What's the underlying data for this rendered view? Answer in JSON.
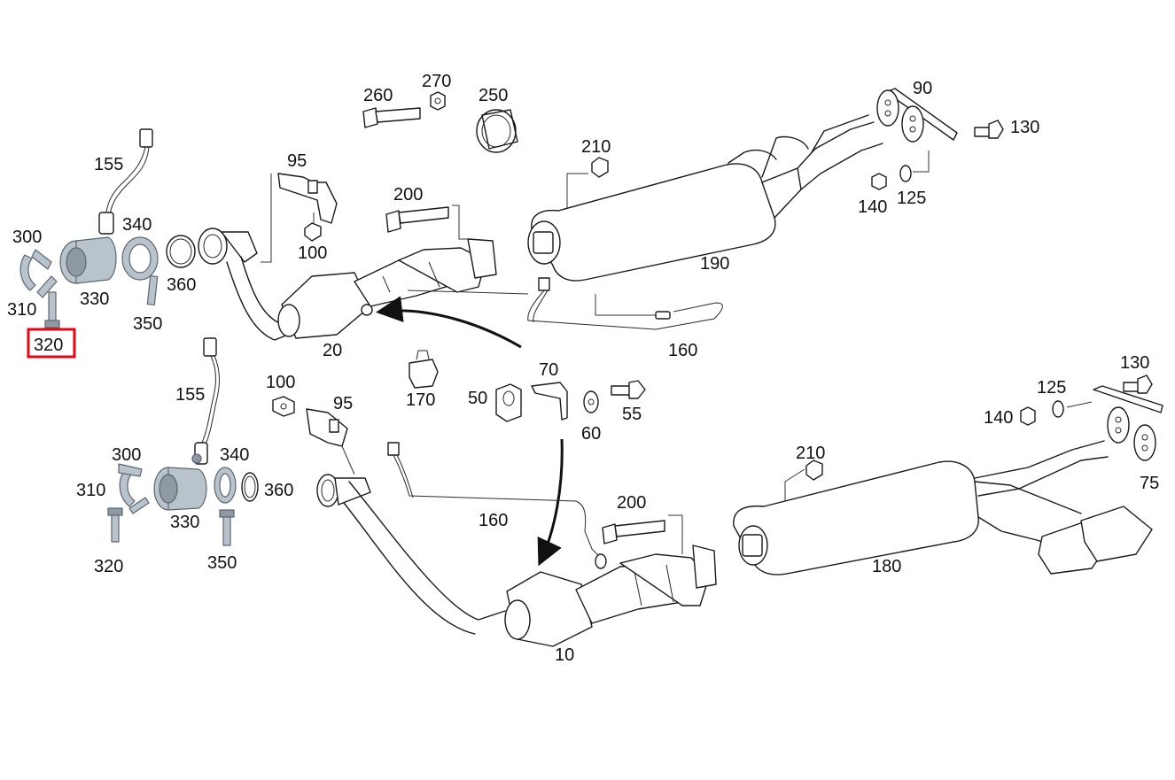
{
  "colors": {
    "highlight": "#e30613",
    "lines": "#1a1a1a",
    "parts_grey": "#b9c3cc"
  },
  "labels": {
    "p10": "10",
    "p20": "20",
    "p50": "50",
    "p55": "55",
    "p60": "60",
    "p70": "70",
    "p75": "75",
    "p90": "90",
    "p95_top": "95",
    "p95_bot": "95",
    "p100_top": "100",
    "p100_bot": "100",
    "p125_top": "125",
    "p125_bot": "125",
    "p130_top": "130",
    "p130_bot": "130",
    "p140_top": "140",
    "p140_bot": "140",
    "p155_top": "155",
    "p155_bot": "155",
    "p160_top": "160",
    "p160_bot": "160",
    "p170": "170",
    "p180": "180",
    "p190": "190",
    "p200_top": "200",
    "p200_bot": "200",
    "p210_top": "210",
    "p210_bot": "210",
    "p250": "250",
    "p260": "260",
    "p270": "270",
    "p300_top": "300",
    "p300_bot": "300",
    "p310_top": "310",
    "p310_bot": "310",
    "p320_top": "320",
    "p320_bot": "320",
    "p330_top": "330",
    "p330_bot": "330",
    "p340_top": "340",
    "p340_bot": "340",
    "p350_top": "350",
    "p350_bot": "350",
    "p360_top": "360",
    "p360_bot": "360"
  },
  "highlighted_part": "320"
}
